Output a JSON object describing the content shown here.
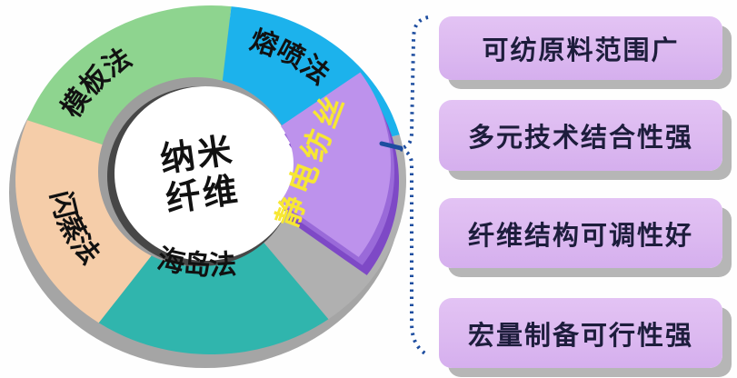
{
  "donut": {
    "center_label_line1": "纳米",
    "center_label_line2": "纤维",
    "segments": [
      {
        "label": "模板法",
        "color": "#8ed48f"
      },
      {
        "label": "熔喷法",
        "color": "#1cb2ec"
      },
      {
        "label": "静电纺丝",
        "color": "#bd92ec",
        "exploded": true,
        "label_color": "#f7e733",
        "side_color_dark": "#7e49c6",
        "side_color_mid": "#9a6ad9"
      },
      {
        "label": "海岛法",
        "color": "#30b5ad"
      },
      {
        "label": "闪蒸法",
        "color": "#f5cda9"
      }
    ],
    "ring_depth_color": "#a5a5a5",
    "gap_color": "#b0b0b0",
    "hole_rim_color": "#9d9d9d",
    "hole_shadow_color": "#474747",
    "hole_color": "#ffffff",
    "label_color": "#111111"
  },
  "callouts": {
    "items": [
      {
        "label": "可纺原料范围广"
      },
      {
        "label": "多元技术结合性强"
      },
      {
        "label": "纤维结构可调性好"
      },
      {
        "label": "宏量制备可行性强"
      }
    ],
    "box_color": "#dcb9f0",
    "box_shadow_color": "#b6b6b6",
    "text_color": "#1d1d3c"
  },
  "connector": {
    "color": "#1d4d9f"
  }
}
